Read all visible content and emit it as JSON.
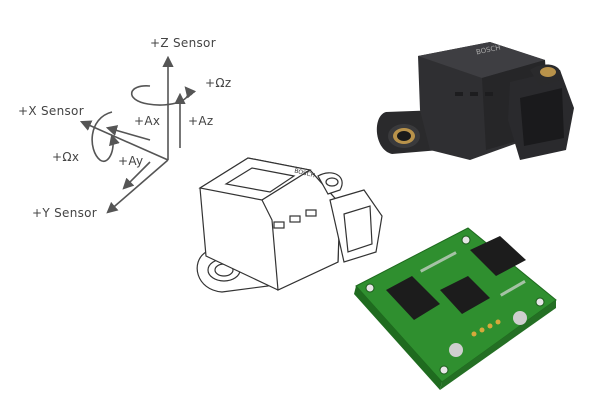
{
  "axes": {
    "z_sensor": "+Z Sensor",
    "x_sensor": "+X Sensor",
    "y_sensor": "+Y Sensor",
    "omega_z": "+Ωz",
    "omega_x": "+Ωx",
    "a_x": "+Ax",
    "a_y": "+Ay",
    "a_z": "+Az"
  },
  "brand": {
    "photo_logo": "BOSCH",
    "drawing_logo": "BOSCH"
  },
  "colors": {
    "pcb_green": "#2f8f2f",
    "housing_dark": "#2b2b2e",
    "line_gray": "#555555"
  }
}
